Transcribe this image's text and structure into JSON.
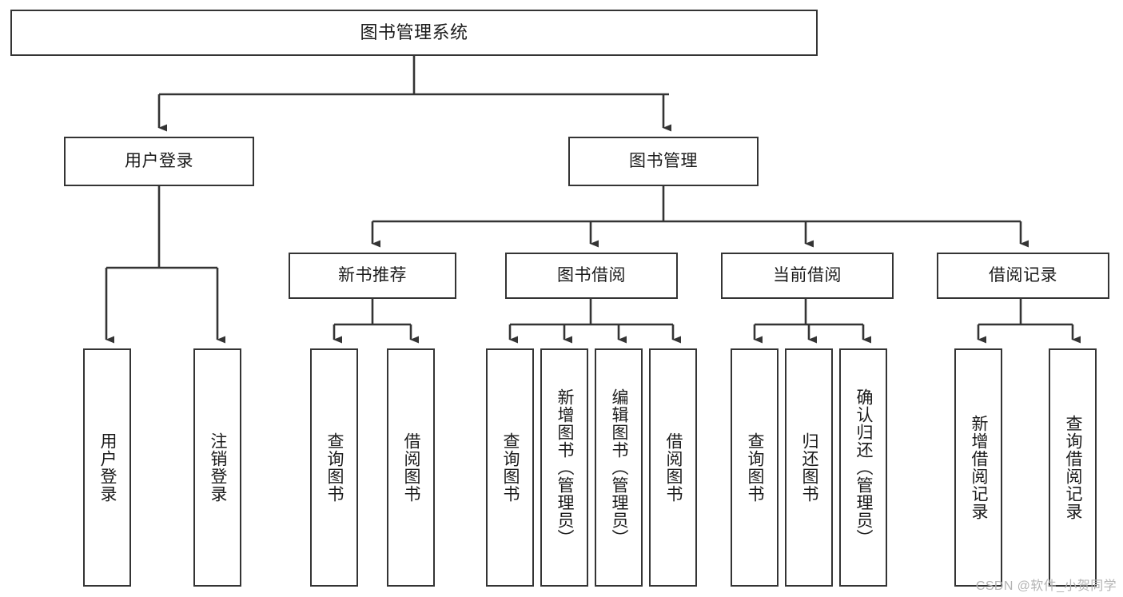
{
  "diagram": {
    "title": "图书管理系统",
    "type": "tree",
    "watermark": "CSDN @软件_小贺同学",
    "colors": {
      "stroke": "#343434",
      "fill": "#ffffff",
      "text": "#1b1b1b",
      "watermark": "#b4b4b4"
    },
    "root": {
      "label": "图书管理系统"
    },
    "level2": [
      {
        "label": "用户登录"
      },
      {
        "label": "图书管理"
      }
    ],
    "level3": [
      {
        "label": "新书推荐"
      },
      {
        "label": "图书借阅"
      },
      {
        "label": "当前借阅"
      },
      {
        "label": "借阅记录"
      }
    ],
    "leaves": {
      "user_login": [
        {
          "label": "用户登录"
        },
        {
          "label": "注销登录"
        }
      ],
      "new_book_recommend": [
        {
          "label": "查询图书"
        },
        {
          "label": "借阅图书"
        }
      ],
      "book_borrow": [
        {
          "label": "查询图书"
        },
        {
          "label": "新增图书（管理员）"
        },
        {
          "label": "编辑图书（管理员）"
        },
        {
          "label": "借阅图书"
        }
      ],
      "current_borrow": [
        {
          "label": "查询图书"
        },
        {
          "label": "归还图书"
        },
        {
          "label": "确认归还（管理员）"
        }
      ],
      "borrow_record": [
        {
          "label": "新增借阅记录"
        },
        {
          "label": "查询借阅记录"
        }
      ]
    }
  }
}
